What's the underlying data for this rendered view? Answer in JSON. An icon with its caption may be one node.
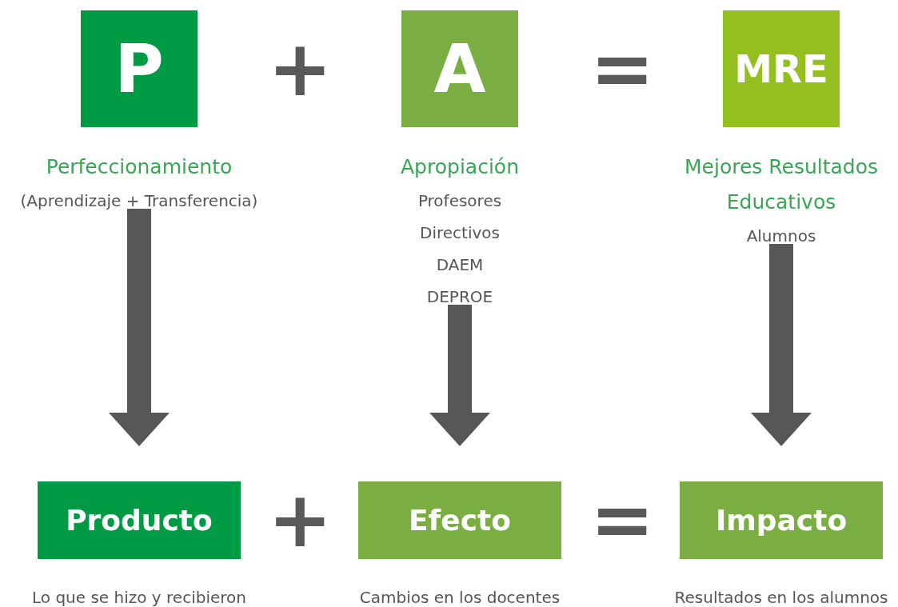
{
  "diagram": {
    "nodes": [
      {
        "text": [
          "P"
        ],
        "beside": [
          "Perfeccionamiento",
          "(Aprendizaje + Transferencia)"
        ]
      },
      {
        "text": [
          "A"
        ],
        "beside": [
          "Apropiación",
          "Profesores",
          "Directivos",
          "DAEM",
          "DEPROE"
        ]
      },
      {
        "text": [
          "MRE"
        ],
        "beside": [
          "Mejores Resultados Educativos",
          "Alumnos"
        ]
      },
      {
        "text": [
          "Producto"
        ],
        "beside": [
          "Lo que se hizo y recibieron"
        ]
      },
      {
        "text": [
          "Efecto"
        ],
        "beside": [
          "Cambios en los docentes"
        ]
      },
      {
        "text": [
          "Impacto"
        ],
        "beside": [
          "Resultados en los alumnos"
        ]
      }
    ],
    "edges": [
      {
        "from": 0,
        "to": 3,
        "arrow": "to"
      },
      {
        "from": 1,
        "to": 4,
        "arrow": "to"
      },
      {
        "from": 2,
        "to": 5,
        "arrow": "to"
      }
    ],
    "labels": [
      "+",
      "=",
      "+",
      "="
    ]
  }
}
